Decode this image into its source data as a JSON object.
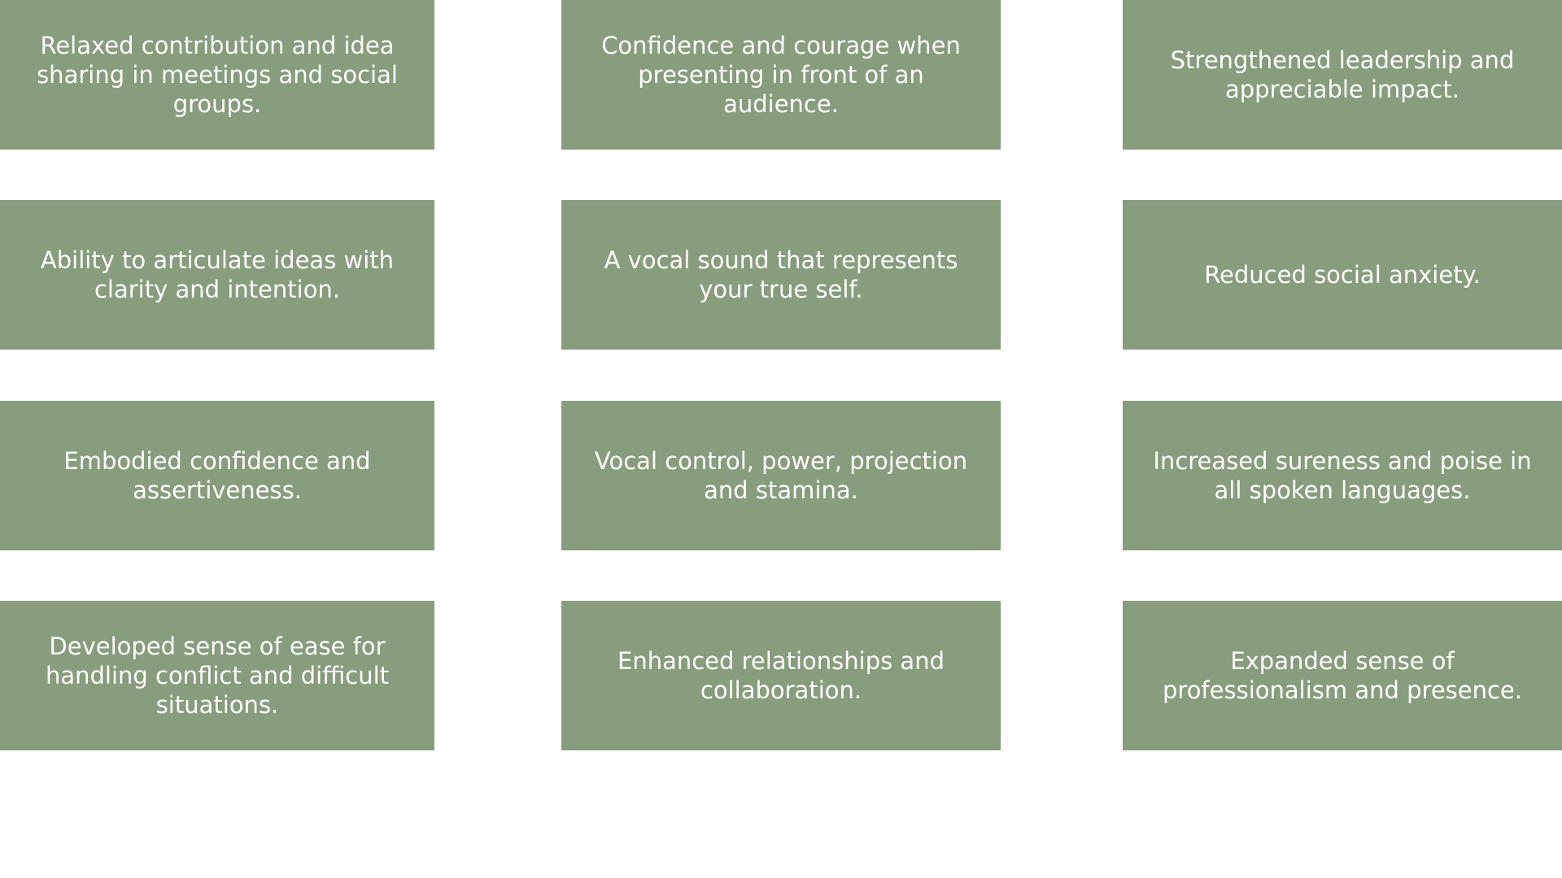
{
  "theme": {
    "card_color": "#879d7d",
    "text_color": "#ffffff",
    "background": "#ffffff"
  },
  "cards": [
    "Relaxed contribution and idea sharing in meetings and social groups.",
    "Confidence and courage when presenting in front of an audience.",
    "Strengthened leadership and appreciable impact.",
    "Ability to articulate ideas with clarity and intention.",
    "A vocal sound that represents your true self.",
    "Reduced social anxiety.",
    "Embodied confidence and assertiveness.",
    "Vocal control, power, projection and stamina.",
    "Increased sureness and poise in all spoken languages.",
    "Developed sense of ease for handling conflict and difficult situations.",
    "Enhanced relationships and collaboration.",
    "Expanded sense of professionalism and presence."
  ]
}
